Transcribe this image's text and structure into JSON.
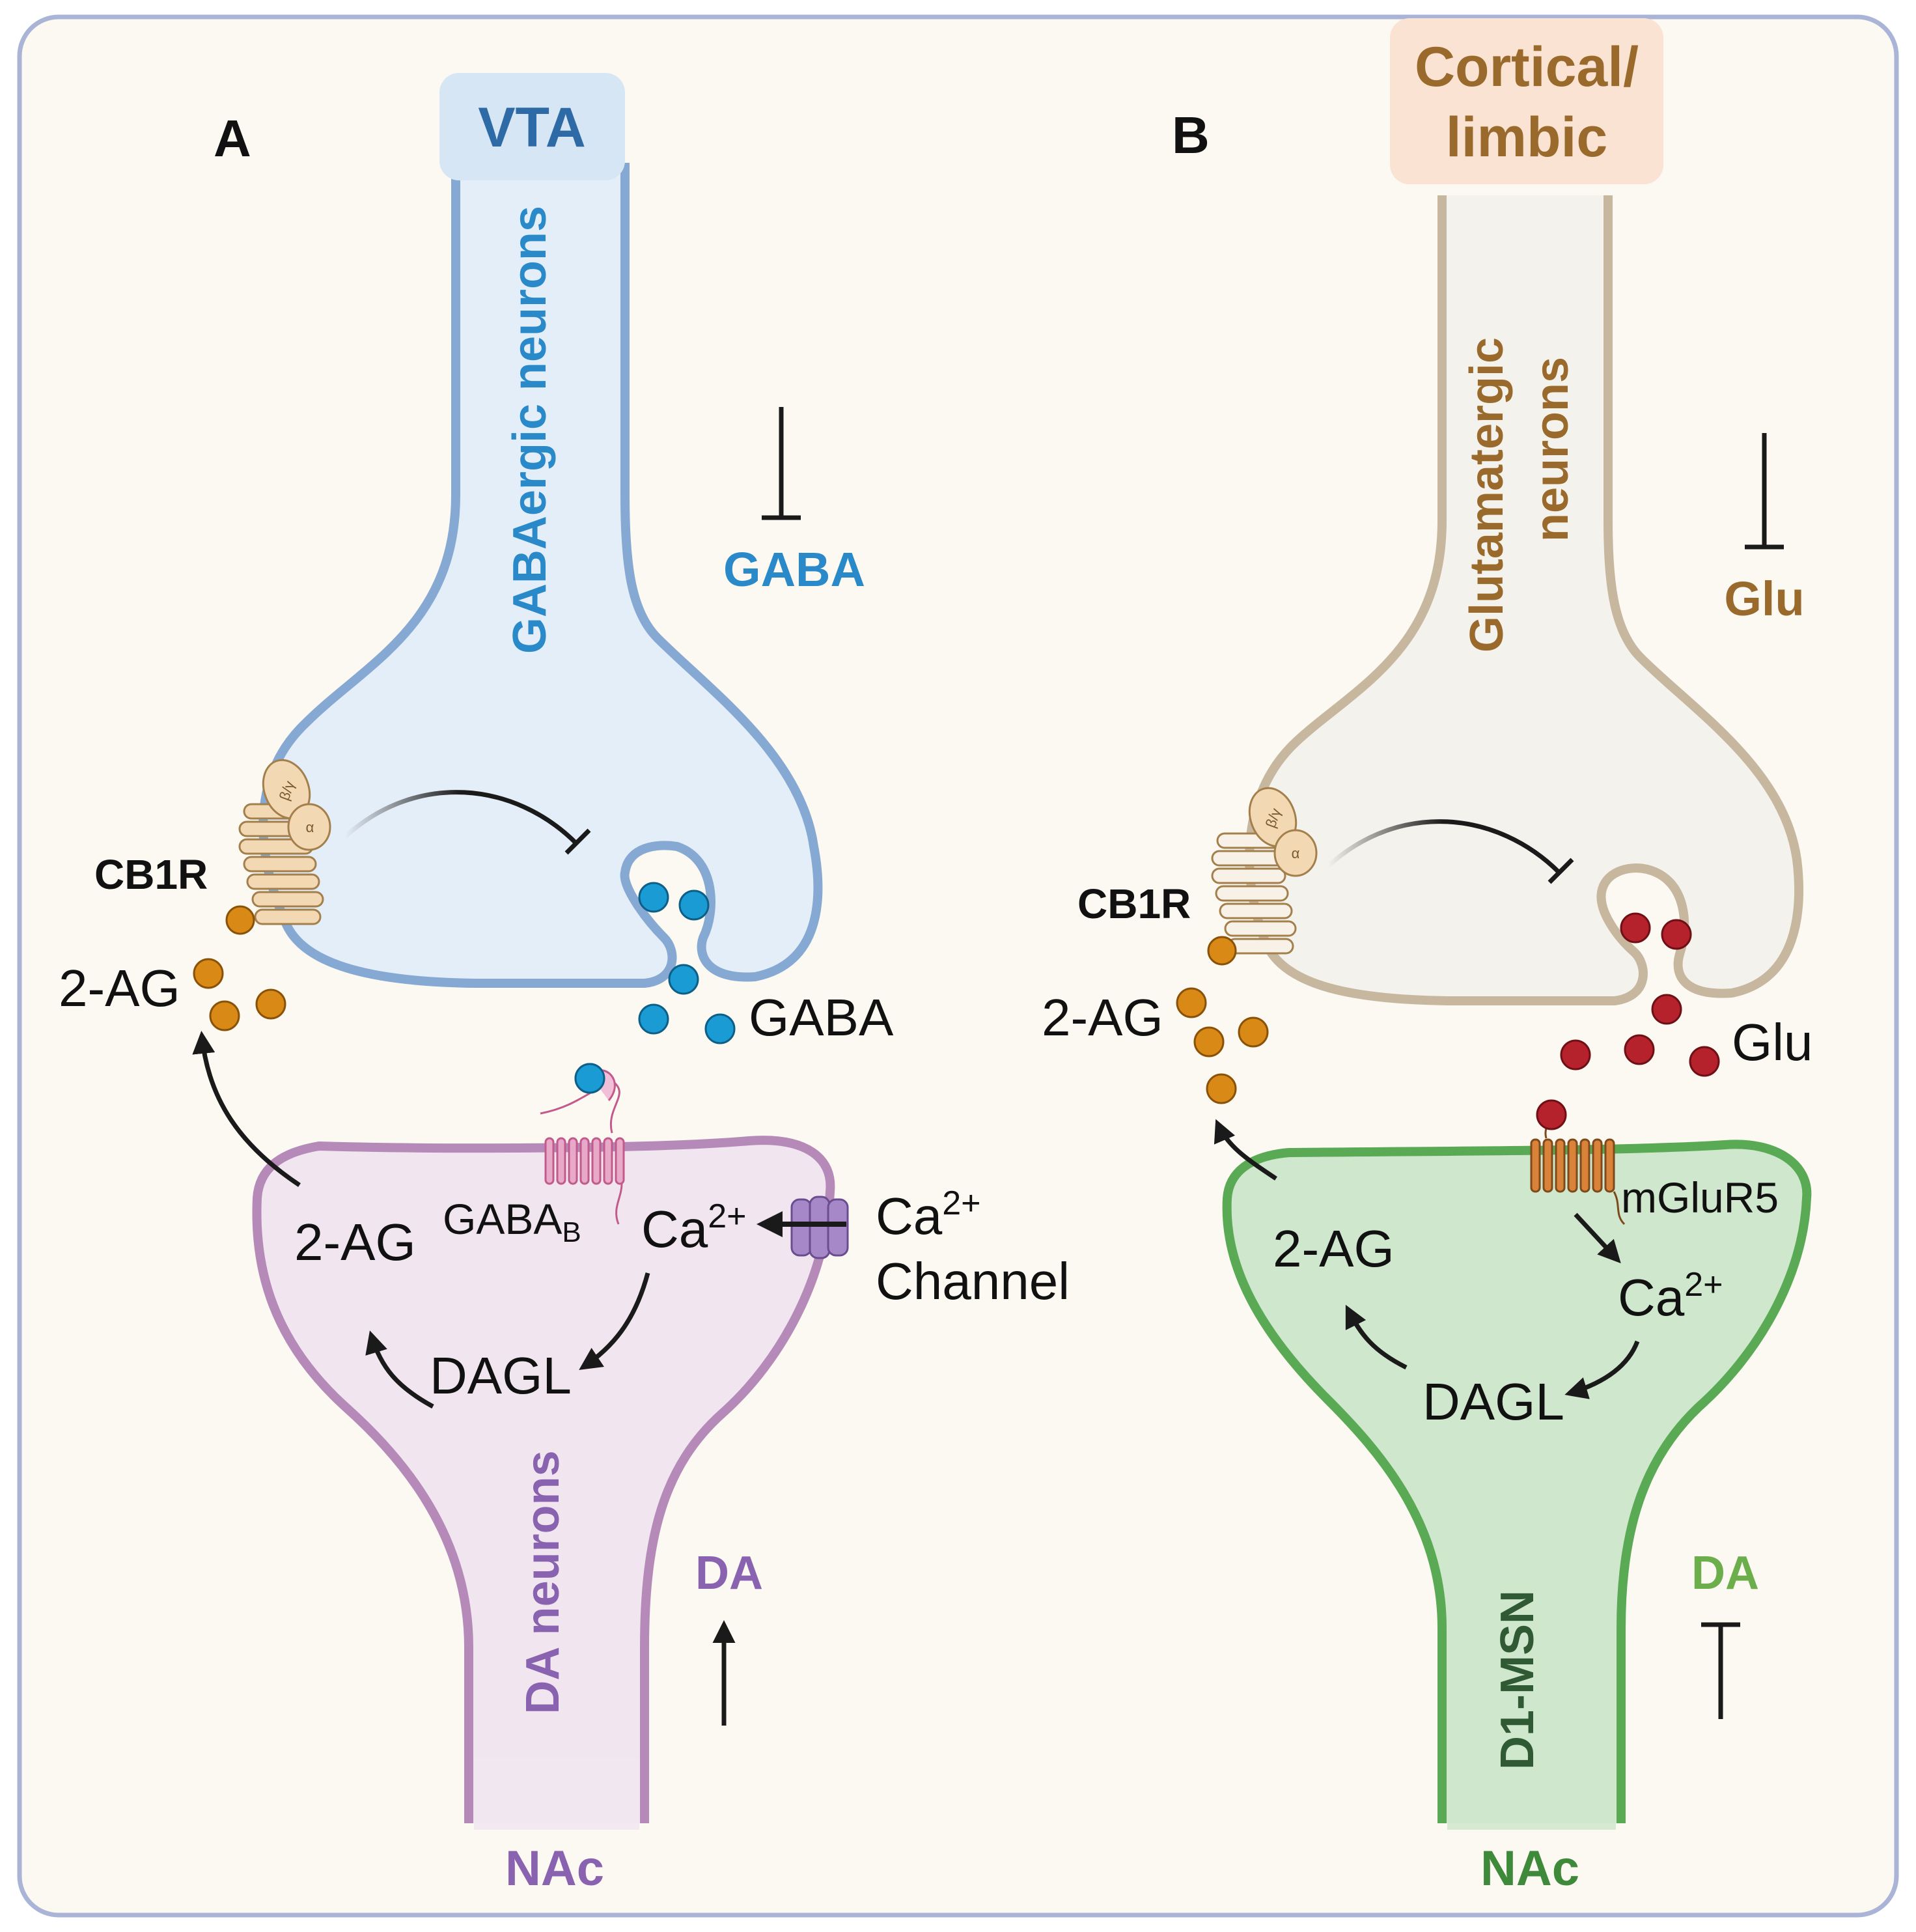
{
  "colors": {
    "background": "#fbf9f1",
    "frame": "#a9b4d6",
    "gaba": "#2a8ac9",
    "gaba_fill": "#e4eef8",
    "gaba_stroke": "#86a9d3",
    "vta_box": "#d6e6f4",
    "vta_text": "#2d6aa6",
    "glu_text": "#9a6a2c",
    "glu_fill": "#f4f2ec",
    "glu_stroke": "#c8b79f",
    "cortical_box": "#fbe3d3",
    "da_purple": "#8a63b0",
    "da_fill": "#f1e6f0",
    "da_stroke": "#b68ab8",
    "msn_fill": "#cfe7cc",
    "msn_stroke": "#5aaa55",
    "da_green": "#6cae4c",
    "msn_text": "#2f5a33",
    "nac_green": "#3f8a3a",
    "ag2_ball": "#d98a16",
    "glu_ball": "#b5222b",
    "gaba_ball": "#1a9bd3",
    "receptor": "#f3d9b3",
    "mglur5": "#d9823a",
    "gabab": "#e8a9c8",
    "channel": "#a688c8"
  },
  "panelA": {
    "label": "A",
    "source_region": "VTA",
    "neuron_label": "GABAergic neurons",
    "transmitter_heading": "GABA",
    "receptor_label": "CB1R",
    "g_beta_gamma": "β/γ",
    "g_alpha": "α",
    "ligand_2ag": "2-AG",
    "released_transmitter": "GABA",
    "gabab_label": "GABA",
    "gabab_sub": "B",
    "post_2ag": "2-AG",
    "ca_base": "Ca",
    "ca_sup": "2+",
    "channel_ca_base": "Ca",
    "channel_ca_sup": "2+",
    "channel_word": "Channel",
    "dagl": "DAGL",
    "post_neuron_label": "DA neurons",
    "effect_label": "DA",
    "target_region": "NAc"
  },
  "panelB": {
    "label": "B",
    "source_region_line1": "Cortical/",
    "source_region_line2": "limbic",
    "neuron_label_line1": "Glutamatergic",
    "neuron_label_line2": "neurons",
    "transmitter_heading": "Glu",
    "receptor_label": "CB1R",
    "g_beta_gamma": "β/γ",
    "g_alpha": "α",
    "ligand_2ag": "2-AG",
    "released_transmitter": "Glu",
    "mglur5_label": "mGluR5",
    "post_2ag": "2-AG",
    "ca_base": "Ca",
    "ca_sup": "2+",
    "dagl": "DAGL",
    "post_neuron_label": "D1-MSN",
    "effect_label": "DA",
    "target_region": "NAc"
  }
}
